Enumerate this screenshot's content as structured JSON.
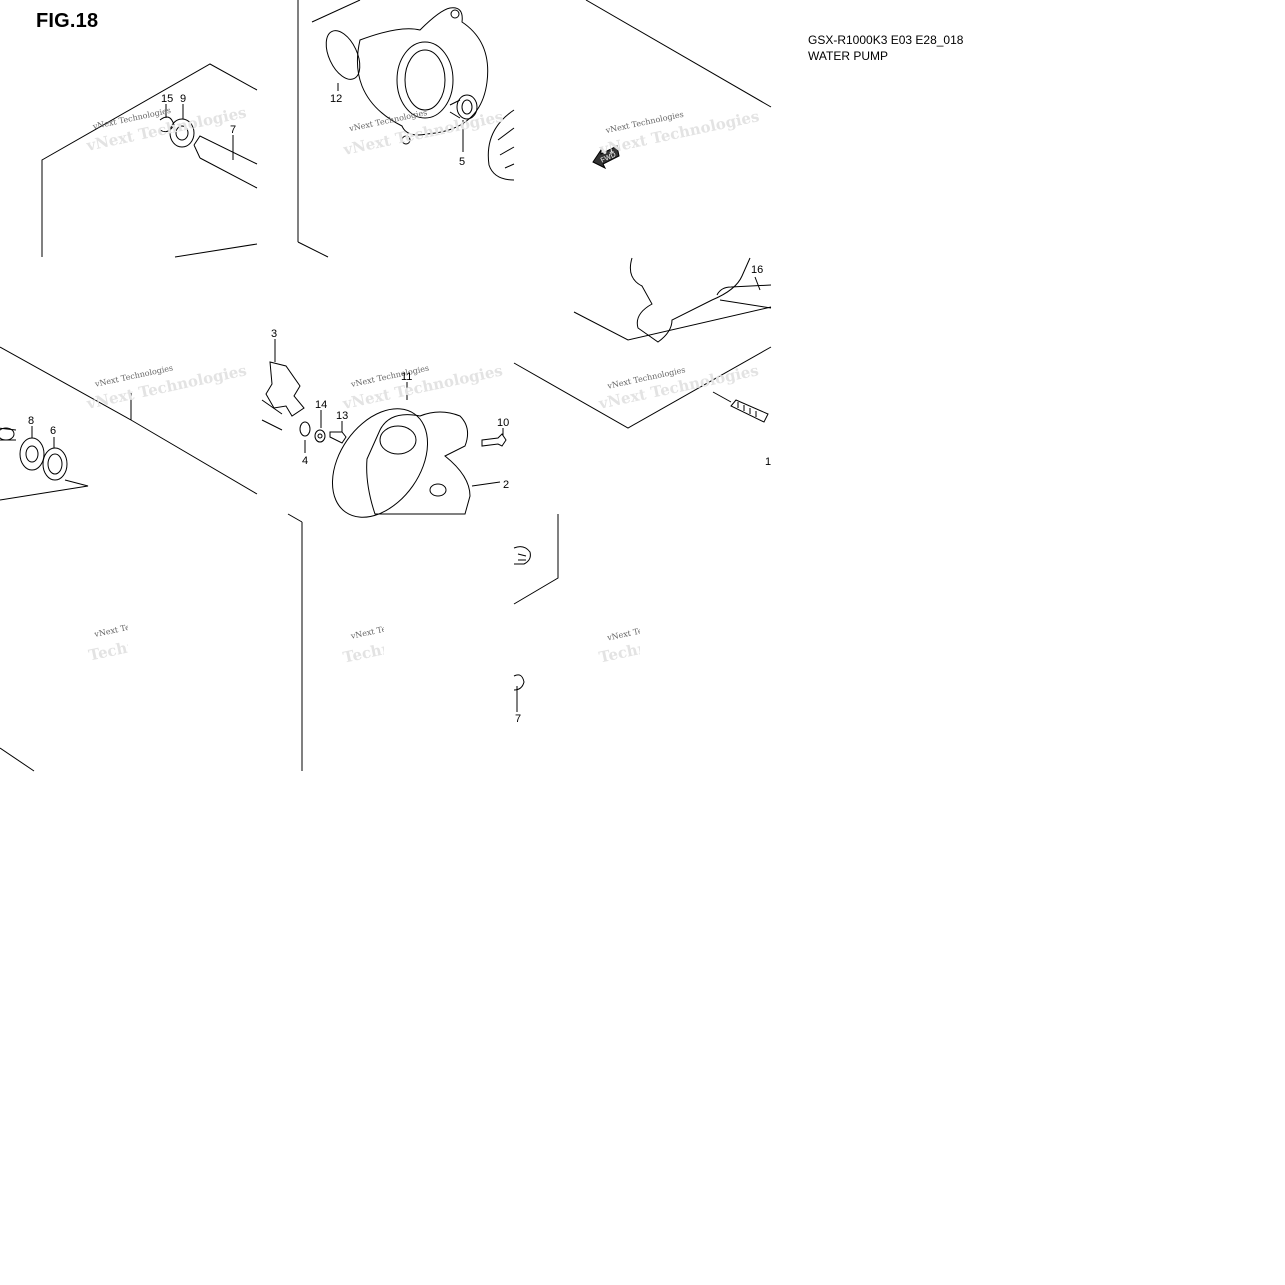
{
  "header": {
    "figure_label": "FIG.18",
    "model_code": "GSX-R1000K3 E03 E28_018",
    "assembly_name": "WATER PUMP"
  },
  "watermark": {
    "line1": "vNext Technologies",
    "line1_partial": "vNext Te",
    "line2_partial": "Techno"
  },
  "fwd_label": "FWD",
  "callouts": [
    "15",
    "9",
    "7",
    "12",
    "5",
    "16",
    "3",
    "11",
    "14",
    "13",
    "10",
    "4",
    "8",
    "6",
    "2",
    "1",
    "7"
  ],
  "colors": {
    "line": "#000000",
    "background": "#ffffff",
    "watermark": "#666666"
  }
}
